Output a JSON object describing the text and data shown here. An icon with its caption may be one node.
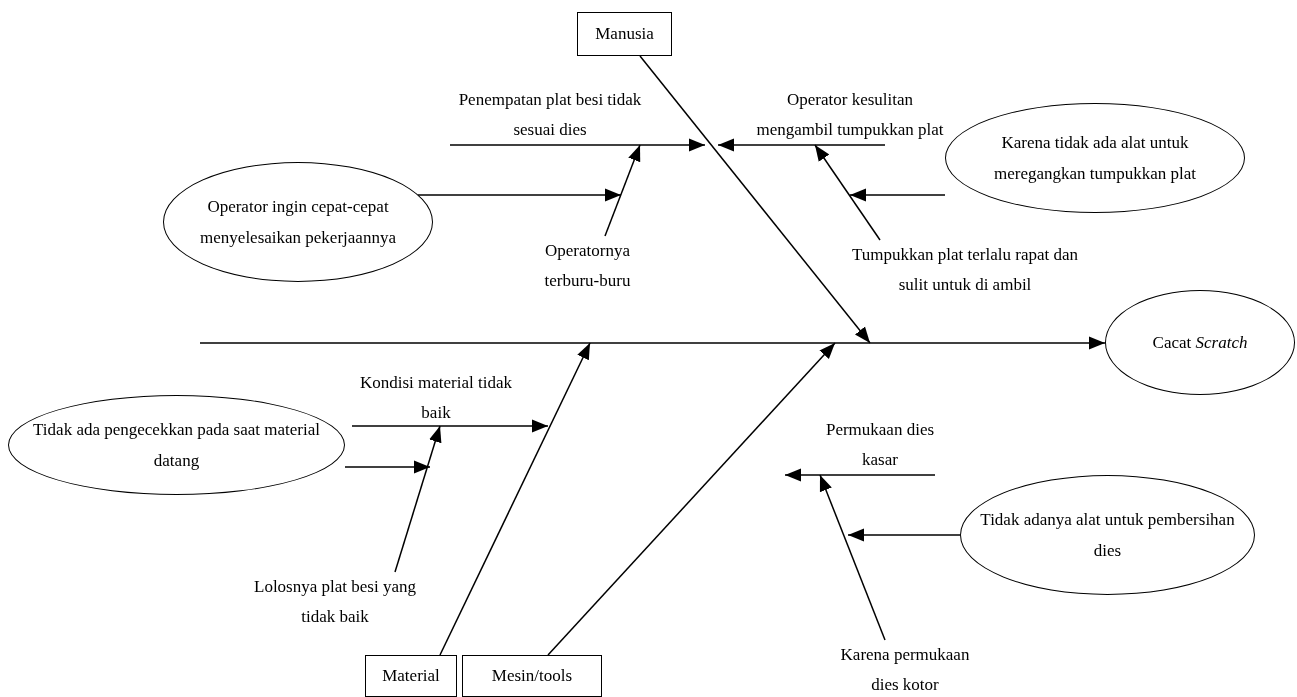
{
  "diagram": {
    "nodes": [
      {
        "text": [
          "Manusia"
        ]
      },
      {
        "text": [
          "Penempatan plat besi tidak sesuai dies"
        ]
      },
      {
        "text": [
          "Operator kesulitan mengambil tumpukkan plat"
        ]
      },
      {
        "text": [
          "Karena tidak ada alat untuk meregangkan tumpukkan plat"
        ]
      },
      {
        "text": [
          "Operator ingin cepat-cepat menyelesaikan pekerjaannya"
        ]
      },
      {
        "text": [
          "Tumpukkan plat terlalu rapat dan sulit untuk di ambil"
        ]
      },
      {
        "text": [
          "Operatornya terburu-buru"
        ]
      },
      {
        "text": [
          "Cacat *Scratch*"
        ]
      },
      {
        "text": [
          "Kondisi material tidak baik"
        ]
      },
      {
        "text": [
          "Tidak ada pengecekkan pada saat material datang"
        ]
      },
      {
        "text": [
          "Lolosnya plat besi yang tidak baik"
        ]
      },
      {
        "text": [
          "Material"
        ]
      },
      {
        "text": [
          "Mesin/tools"
        ]
      },
      {
        "text": [
          "Permukaan dies kasar"
        ]
      },
      {
        "text": [
          "Tidak adanya alat untuk pembersihan dies"
        ]
      },
      {
        "text": [
          "Karena permukaan dies kotor"
        ]
      }
    ],
    "edges": [
      {
        "from": null,
        "to": 7,
        "arrow": "to"
      },
      {
        "from": 0,
        "to": null,
        "arrow": "to"
      },
      {
        "from": 11,
        "to": null,
        "arrow": "to"
      },
      {
        "from": 12,
        "to": null,
        "arrow": "to"
      },
      {
        "from": 1,
        "to": null,
        "arrow": "to"
      },
      {
        "from": 2,
        "to": null,
        "arrow": "to"
      },
      {
        "from": 5,
        "to": 2,
        "arrow": "to"
      },
      {
        "from": 3,
        "to": null,
        "arrow": "to"
      },
      {
        "from": 6,
        "to": 1,
        "arrow": "to"
      },
      {
        "from": 4,
        "to": null,
        "arrow": "to"
      },
      {
        "from": 8,
        "to": null,
        "arrow": "to"
      },
      {
        "from": 10,
        "to": 8,
        "arrow": "to"
      },
      {
        "from": 9,
        "to": null,
        "arrow": "to"
      },
      {
        "from": 13,
        "to": null,
        "arrow": "to"
      },
      {
        "from": 15,
        "to": 13,
        "arrow": "to"
      },
      {
        "from": 14,
        "to": null,
        "arrow": "to"
      }
    ]
  }
}
